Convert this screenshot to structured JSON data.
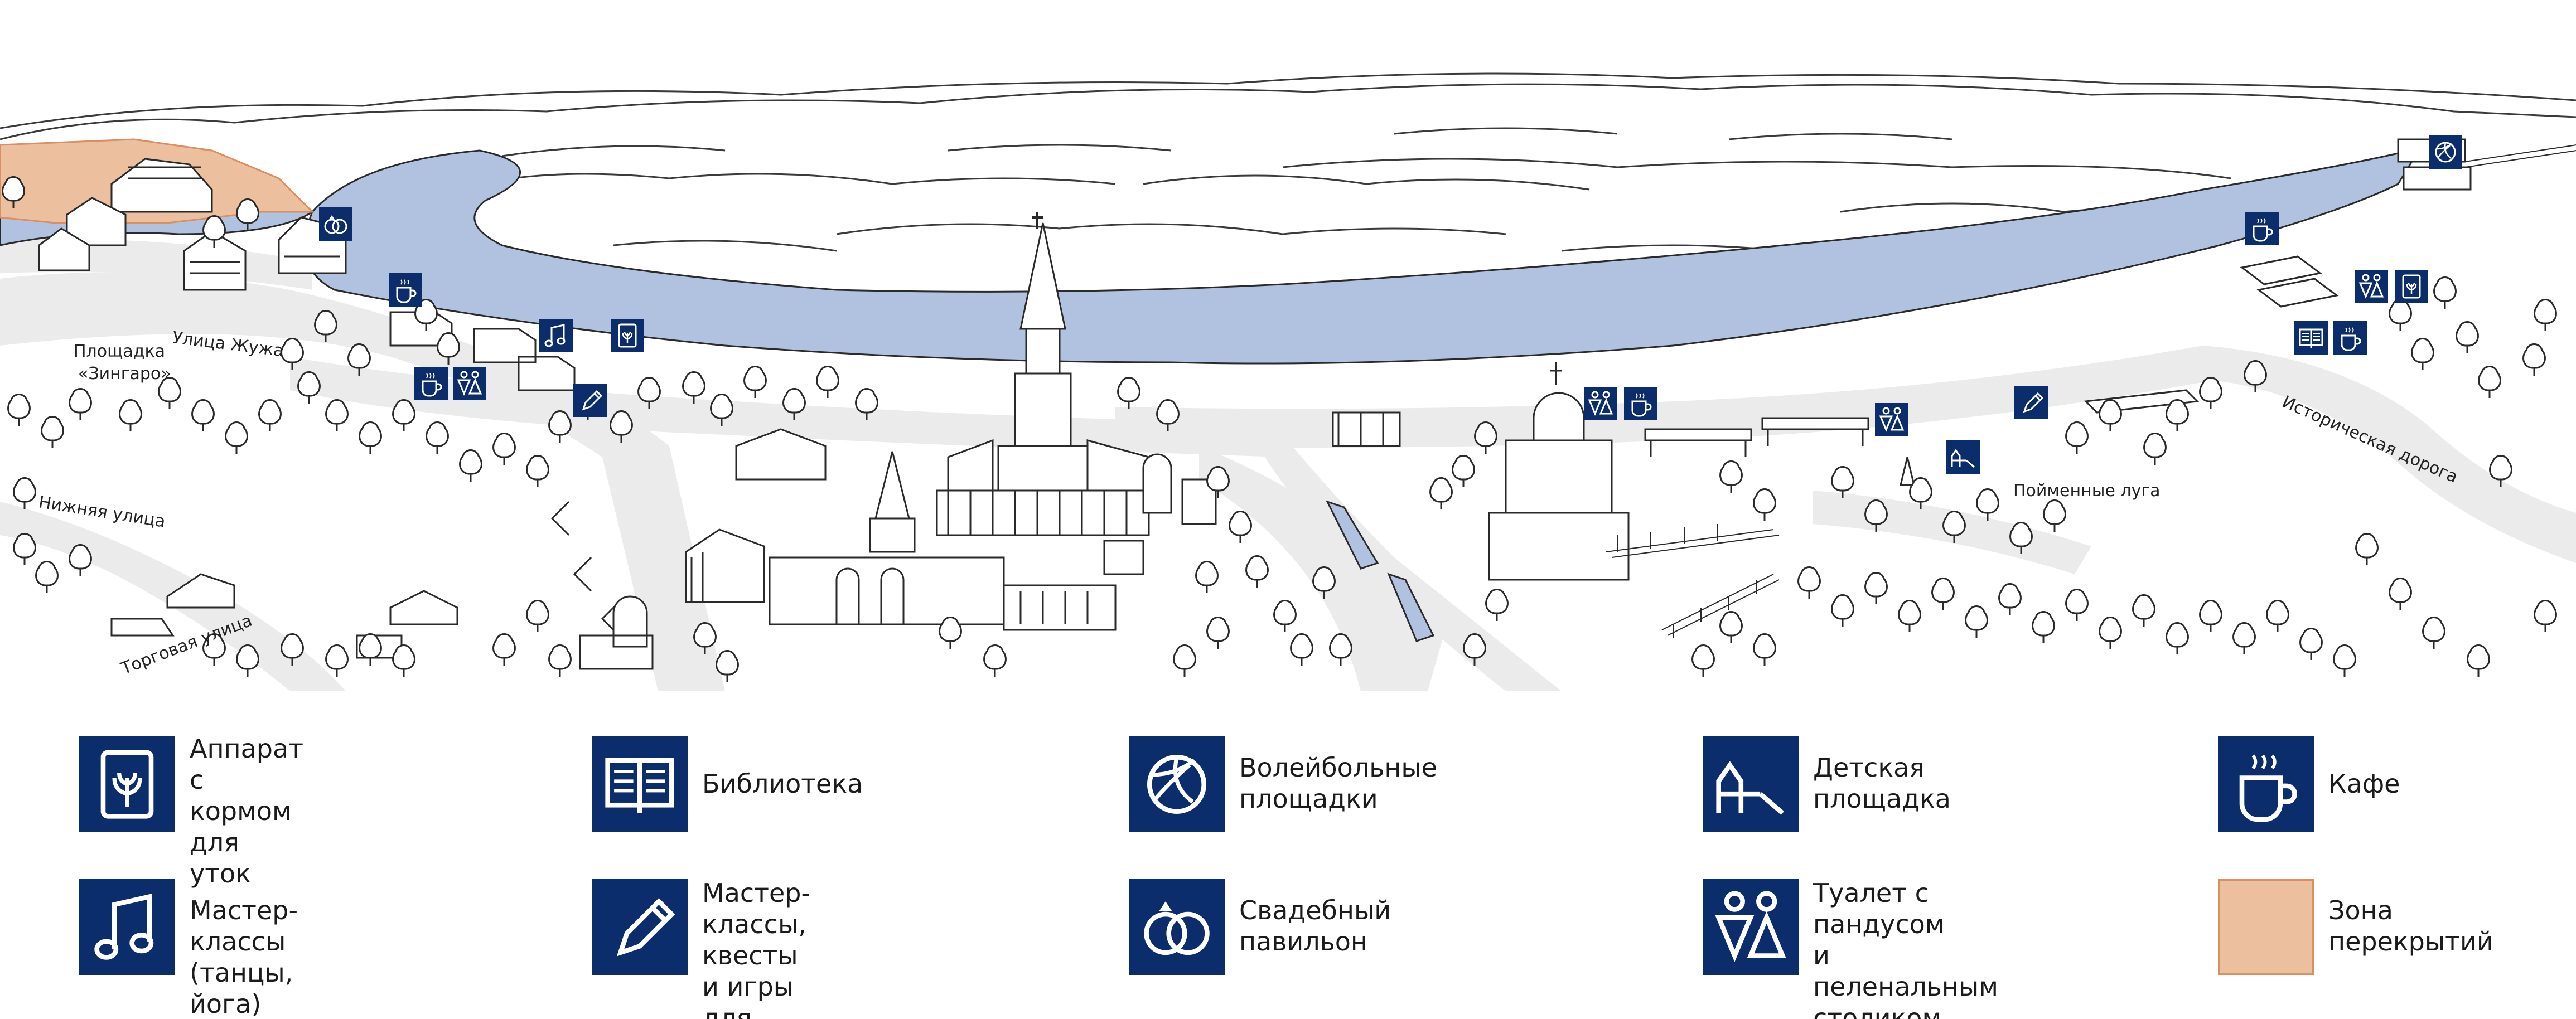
{
  "map": {
    "labels": [
      {
        "id": "street-zhuzha",
        "text": "Улица Жужа"
      },
      {
        "id": "zingaro-1",
        "text": "Площадка"
      },
      {
        "id": "zingaro-2",
        "text": "«Зингаро»"
      },
      {
        "id": "street-nizhnyaya",
        "text": "Нижняя улица"
      },
      {
        "id": "street-torgovaya",
        "text": "Торговая улица"
      },
      {
        "id": "meadows",
        "text": "Пойменные луга"
      },
      {
        "id": "road-historic",
        "text": "Историческая дорога"
      }
    ]
  },
  "legend": [
    {
      "key": "duck-feeder",
      "icon": "duck-feeder-icon",
      "label": "Аппарат\nс кормом\nдля уток"
    },
    {
      "key": "library",
      "icon": "book-icon",
      "label": "Библиотека"
    },
    {
      "key": "volleyball",
      "icon": "volleyball-icon",
      "label": "Волейбольные\nплощадки"
    },
    {
      "key": "playground",
      "icon": "playground-icon",
      "label": "Детская\nплощадка"
    },
    {
      "key": "cafe",
      "icon": "cup-icon",
      "label": "Кафе"
    },
    {
      "key": "music",
      "icon": "music-note-icon",
      "label": "Мастер-классы\n(танцы, йога)"
    },
    {
      "key": "kids",
      "icon": "pencil-icon",
      "label": "Мастер-классы,\nквесты\nи игры для детей"
    },
    {
      "key": "wedding",
      "icon": "rings-icon",
      "label": "Свадебный\nпавильон"
    },
    {
      "key": "toilet",
      "icon": "toilet-icon",
      "label": "Туалет с пандусом\nи пеленальным\nстоликом"
    },
    {
      "key": "overlap",
      "icon": "overlap-zone-swatch",
      "label": "Зона\nперекрытий"
    }
  ],
  "colors": {
    "brand": "#0b2d6b",
    "river": "#b1c1e0",
    "zone": "#ecbf9f",
    "zone_border": "#d98f62",
    "roads": "#ebebeb",
    "line": "#2a2a2a"
  }
}
